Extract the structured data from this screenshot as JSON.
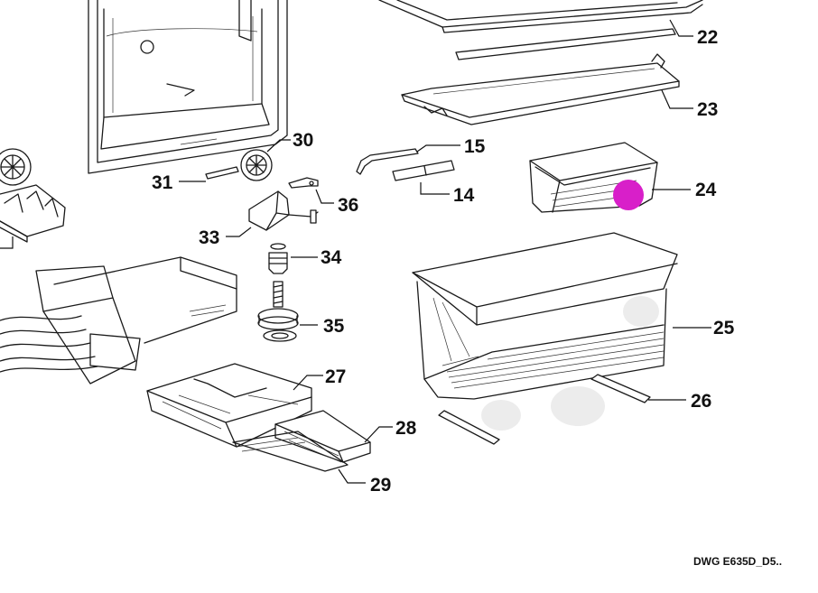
{
  "drawing": {
    "reference": "DWG E635D_D5..",
    "highlight_color": "#d81fc9",
    "callouts": [
      "22",
      "23",
      "30",
      "15",
      "31",
      "14",
      "36",
      "24",
      "33",
      "34",
      "35",
      "25",
      "27",
      "26",
      "28",
      "29"
    ]
  }
}
